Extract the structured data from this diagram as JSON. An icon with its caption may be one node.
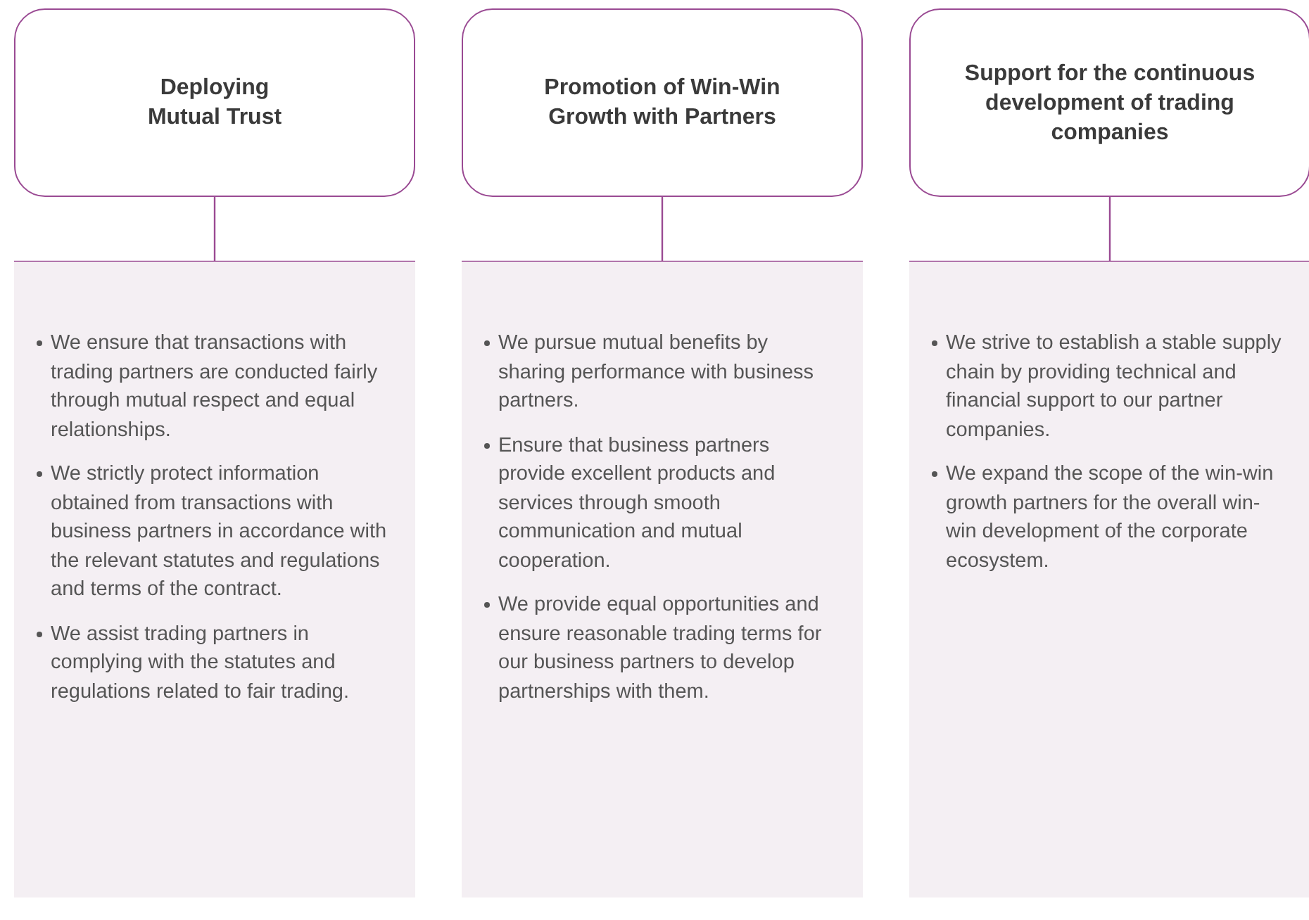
{
  "diagram": {
    "nodes": [
      {
        "text": [
          "Deploying Mutual Trust"
        ]
      },
      {
        "text": [
          "We ensure that transactions with trading partners are conducted fairly through mutual respect and equal relationships.",
          "We strictly protect information obtained from transactions with business partners in accordance with the relevant statutes and regulations and terms of the contract.",
          "We assist trading partners in complying with the statutes and regulations related to fair trading."
        ]
      },
      {
        "text": [
          "Promotion of Win-Win Growth with Partners"
        ]
      },
      {
        "text": [
          "We pursue mutual benefits by sharing performance with business partners.",
          "Ensure that business partners provide excellent products and services through smooth communication and mutual cooperation.",
          "We provide equal opportunities and ensure reasonable trading terms for our business partners to develop partnerships with them."
        ]
      },
      {
        "text": [
          "Support for the continuous development of trading companies"
        ]
      },
      {
        "text": [
          "We strive to establish a stable supply chain by providing technical and financial support to our partner companies.",
          "We expand the scope of the win-win growth partners for the overall win-win development of the corporate ecosystem."
        ]
      }
    ],
    "edges": [
      {
        "from": 0,
        "to": 1,
        "arrow": "none"
      },
      {
        "from": 2,
        "to": 3,
        "arrow": "none"
      },
      {
        "from": 4,
        "to": 5,
        "arrow": "none"
      }
    ]
  }
}
